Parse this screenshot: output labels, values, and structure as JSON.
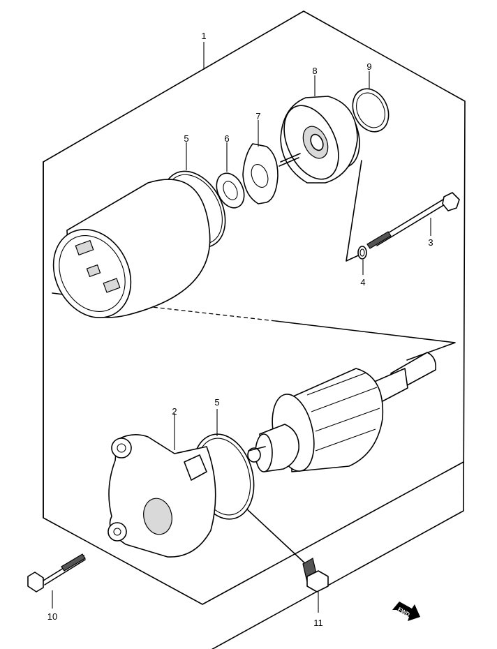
{
  "callouts": [
    {
      "id": "1",
      "label": "1"
    },
    {
      "id": "2",
      "label": "2"
    },
    {
      "id": "3",
      "label": "3"
    },
    {
      "id": "4",
      "label": "4"
    },
    {
      "id": "5a",
      "label": "5"
    },
    {
      "id": "5b",
      "label": "5"
    },
    {
      "id": "6",
      "label": "6"
    },
    {
      "id": "7",
      "label": "7"
    },
    {
      "id": "8",
      "label": "8"
    },
    {
      "id": "9",
      "label": "9"
    },
    {
      "id": "10",
      "label": "10"
    },
    {
      "id": "11",
      "label": "11"
    }
  ],
  "direction_badge": {
    "label": "FWD"
  }
}
